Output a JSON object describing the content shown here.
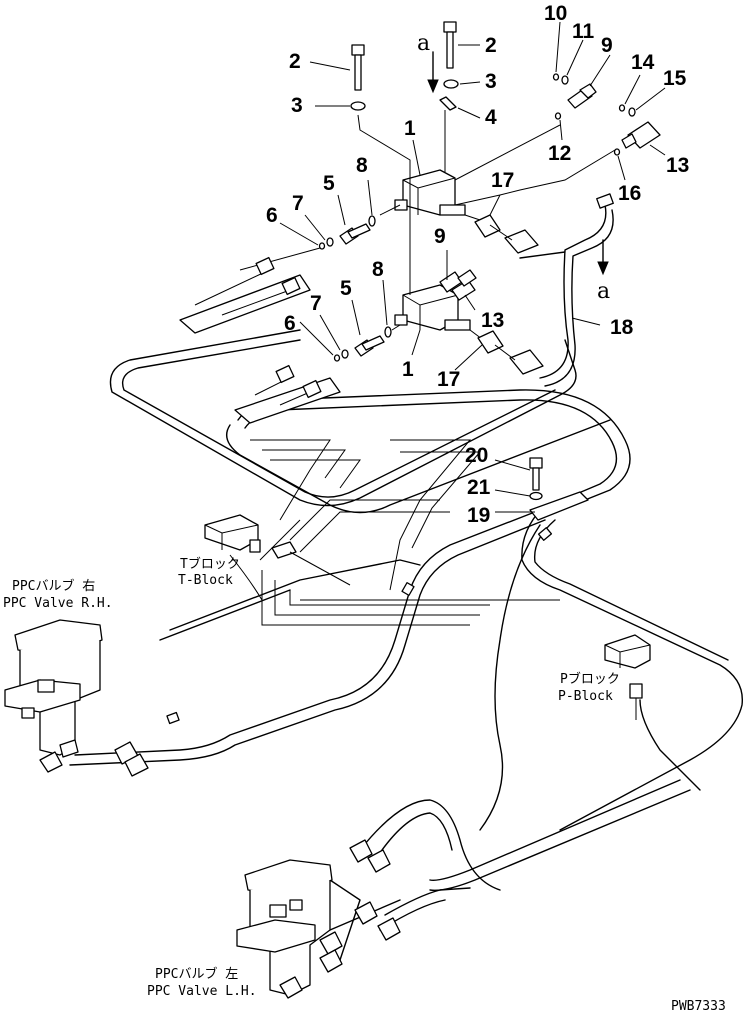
{
  "callouts": [
    {
      "id": "c2a",
      "text": "2"
    },
    {
      "id": "c2b",
      "text": "2"
    },
    {
      "id": "c3a",
      "text": "3"
    },
    {
      "id": "c3b",
      "text": "3"
    },
    {
      "id": "c4",
      "text": "4"
    },
    {
      "id": "c10",
      "text": "10"
    },
    {
      "id": "c11",
      "text": "11"
    },
    {
      "id": "c9a",
      "text": "9"
    },
    {
      "id": "c14",
      "text": "14"
    },
    {
      "id": "c15",
      "text": "15"
    },
    {
      "id": "c12",
      "text": "12"
    },
    {
      "id": "c13a",
      "text": "13"
    },
    {
      "id": "c16",
      "text": "16"
    },
    {
      "id": "c1a",
      "text": "1"
    },
    {
      "id": "c8a",
      "text": "8"
    },
    {
      "id": "c5a",
      "text": "5"
    },
    {
      "id": "c7a",
      "text": "7"
    },
    {
      "id": "c6a",
      "text": "6"
    },
    {
      "id": "c17a",
      "text": "17"
    },
    {
      "id": "c9b",
      "text": "9"
    },
    {
      "id": "c13b",
      "text": "13"
    },
    {
      "id": "c8b",
      "text": "8"
    },
    {
      "id": "c5b",
      "text": "5"
    },
    {
      "id": "c7b",
      "text": "7"
    },
    {
      "id": "c6b",
      "text": "6"
    },
    {
      "id": "c1b",
      "text": "1"
    },
    {
      "id": "c17b",
      "text": "17"
    },
    {
      "id": "c18",
      "text": "18"
    },
    {
      "id": "c20",
      "text": "20"
    },
    {
      "id": "c21",
      "text": "21"
    },
    {
      "id": "c19",
      "text": "19"
    }
  ],
  "view_marks": [
    {
      "id": "a1",
      "text": "a"
    },
    {
      "id": "a2",
      "text": "a"
    }
  ],
  "labels": {
    "t_block_jp": "Tブロック",
    "t_block_en": "T-Block",
    "p_block_jp": "Pブロック",
    "p_block_en": "P-Block",
    "ppc_rh_jp": "PPCバルブ 右",
    "ppc_rh_en": "PPC Valve R.H.",
    "ppc_lh_jp": "PPCバルブ 左",
    "ppc_lh_en": "PPC Valve L.H."
  },
  "drawing_ref": "PWB7333"
}
